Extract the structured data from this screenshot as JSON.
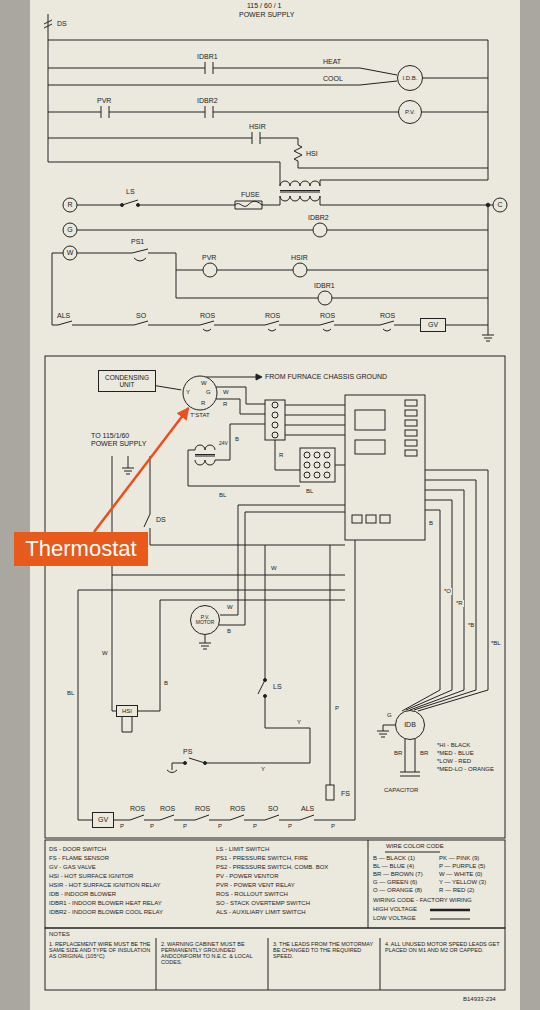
{
  "diagram": {
    "nodes": [
      {
        "text": [
          "I.D.B."
        ]
      },
      {
        "text": [
          "P.V."
        ]
      },
      {
        "text": [
          "GV"
        ]
      },
      {
        "text": [
          "CONDENSING UNIT"
        ]
      },
      {
        "text": [
          "Y",
          "W",
          "G",
          "R",
          "T'STAT"
        ]
      },
      {
        "text": [
          "Thermostat"
        ]
      },
      {
        "text": [
          "P.V. MOTOR"
        ]
      },
      {
        "text": [
          "HSI"
        ]
      },
      {
        "text": [
          "IDB"
        ]
      },
      {
        "text": [
          "GV"
        ]
      }
    ],
    "edges": [
      {
        "from": 5,
        "to": 4,
        "arrow": "to"
      },
      {
        "from": 3,
        "to": 4,
        "arrow": "none"
      }
    ],
    "labels": [
      "115 / 60 / 1",
      "POWER SUPPLY",
      "DS",
      "IDBR1",
      "HEAT",
      "COOL",
      "PVR",
      "IDBR2",
      "HSIR",
      "HSI",
      "LS",
      "FUSE",
      "R",
      "C",
      "IDBR2",
      "G",
      "W",
      "PS1",
      "PVR",
      "HSIR",
      "IDBR1",
      "ALS",
      "SO",
      "ROS",
      "ROS",
      "ROS",
      "ROS",
      "FROM FURNACE CHASSIS GROUND",
      "TO 115/1/60 POWER SUPPLY",
      "24V",
      "DS",
      "W",
      "R",
      "B",
      "R",
      "BL",
      "BL",
      "W",
      "W",
      "B",
      "B",
      "*O",
      "*R",
      "*B",
      "*BL",
      "W",
      "BL",
      "B",
      "Y",
      "Y",
      "P",
      "LS",
      "PS",
      "FS",
      "G",
      "BR",
      "BR",
      "CAPACITOR",
      "*HI - BLACK",
      "*MED - BLUE",
      "*LOW - RED",
      "*MED-LO - ORANGE",
      "ROS",
      "ROS",
      "ROS",
      "ROS",
      "SO",
      "ALS",
      "P",
      "P",
      "P",
      "P",
      "P",
      "P",
      "P",
      "DS - DOOR SWITCH",
      "FS - FLAME SENSOR",
      "GV - GAS VALVE",
      "HSI - HOT SURFACE IGNITOR",
      "HSIR - HOT SURFACE IGNITION RELAY",
      "IDB - INDOOR BLOWER",
      "IDBR1 - INDOOR BLOWER HEAT RELAY",
      "IDBR2 - INDOOR BLOWER COOL RELAY",
      "LS - LIMIT SWITCH",
      "PS1 - PRESSURE SWITCH, FIRE",
      "PS2 - PRESSURE SWITCH, COMB. BOX",
      "PV - POWER VENTOR",
      "PVR - POWER VENT RELAY",
      "ROS - ROLLOUT SWITCH",
      "SO - STACK OVERTEMP SWITCH",
      "ALS - AUXILIARY LIMIT SWITCH",
      "WIRE COLOR CODE",
      "B — BLACK (1)",
      "BL — BLUE (4)",
      "BR — BROWN (7)",
      "G — GREEN (6)",
      "O — ORANGE (8)",
      "PK — PINK (9)",
      "P — PURPLE (5)",
      "W — WHITE (0)",
      "Y — YELLOW (3)",
      "R — RED (2)",
      "WIRING CODE - FACTORY WIRING",
      "NOTES",
      "1. REPLACEMENT WIRE MUST BE THE SAME SIZE AND TYPE OF INSULATION AS ORIGINAL (105°C)",
      "2. WARNING CABINET MUST BE PERMANENTLY GROUNDED ANDCONFORM TO N.E.C. & LOCAL CODES.",
      "3. THE LEADS FROM THE MOTORMAY BE CHANGED TO THE REQUIRED SPEED.",
      "4. ALL UNUSED MOTOR SPEED LEADS GET PLACED ON M1 AND M2 OR CAPPED.",
      "B14933-234"
    ],
    "legend": [
      {
        "text": "HIGH VOLTAGE"
      },
      {
        "text": "LOW VOLTAGE"
      }
    ]
  }
}
